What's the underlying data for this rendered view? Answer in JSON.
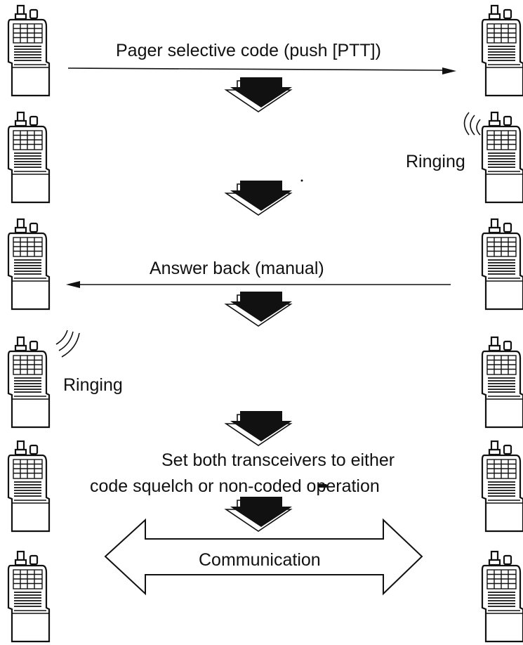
{
  "steps": {
    "pager_code": "Pager selective code (push [PTT])",
    "ringing_right": "Ringing",
    "answer_back": "Answer back (manual)",
    "ringing_left": "Ringing",
    "set_line1": "Set both transceivers to either",
    "set_line2": "code squelch or non-coded operation",
    "communication": "Communication"
  },
  "icons": {
    "transceiver": "handheld-transceiver-icon",
    "down_arrow": "down-arrow-icon",
    "ringing": "ringing-waves-icon",
    "double_arrow": "double-headed-arrow-icon"
  }
}
